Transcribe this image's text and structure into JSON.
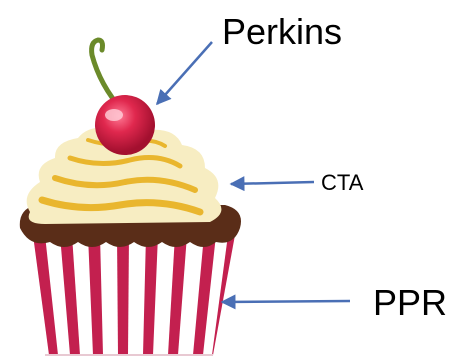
{
  "labels": {
    "perkins": "Perkins",
    "cta": "CTA",
    "ppr": "PPR"
  },
  "colors": {
    "arrow": "#4a6fb5",
    "cherry": "#e0284e",
    "cherry_stem": "#6b8a2a",
    "frosting": "#f7edc2",
    "frosting_swirl": "#e9b62e",
    "cake": "#5a2d18",
    "wrapper_stripe": "#c3204f",
    "wrapper_base": "#ffffff"
  }
}
